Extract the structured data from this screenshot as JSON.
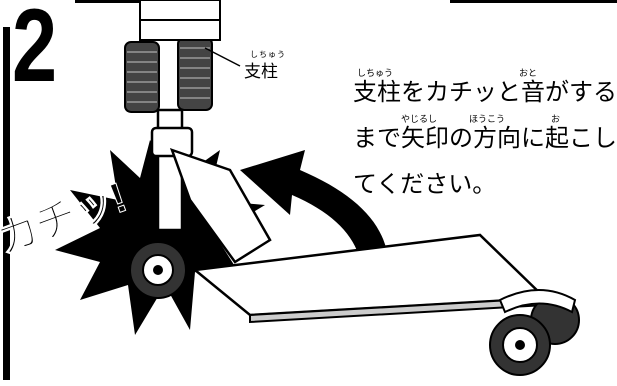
{
  "step": {
    "number": "2"
  },
  "label": {
    "ruby": "しちゅう",
    "text": "支柱"
  },
  "sound_effect": "カチッ!",
  "instruction": {
    "lines": [
      {
        "text": "支柱をカチッと音がする",
        "ruby": [
          {
            "text": "しちゅう"
          },
          {
            "text": "おと"
          }
        ]
      },
      {
        "text": "まで矢印の方向に起こし",
        "ruby": [
          {
            "text": "やじるし"
          },
          {
            "text": "ほうこう"
          },
          {
            "text": "お"
          }
        ]
      },
      {
        "text": "てください。",
        "ruby": []
      }
    ]
  }
}
